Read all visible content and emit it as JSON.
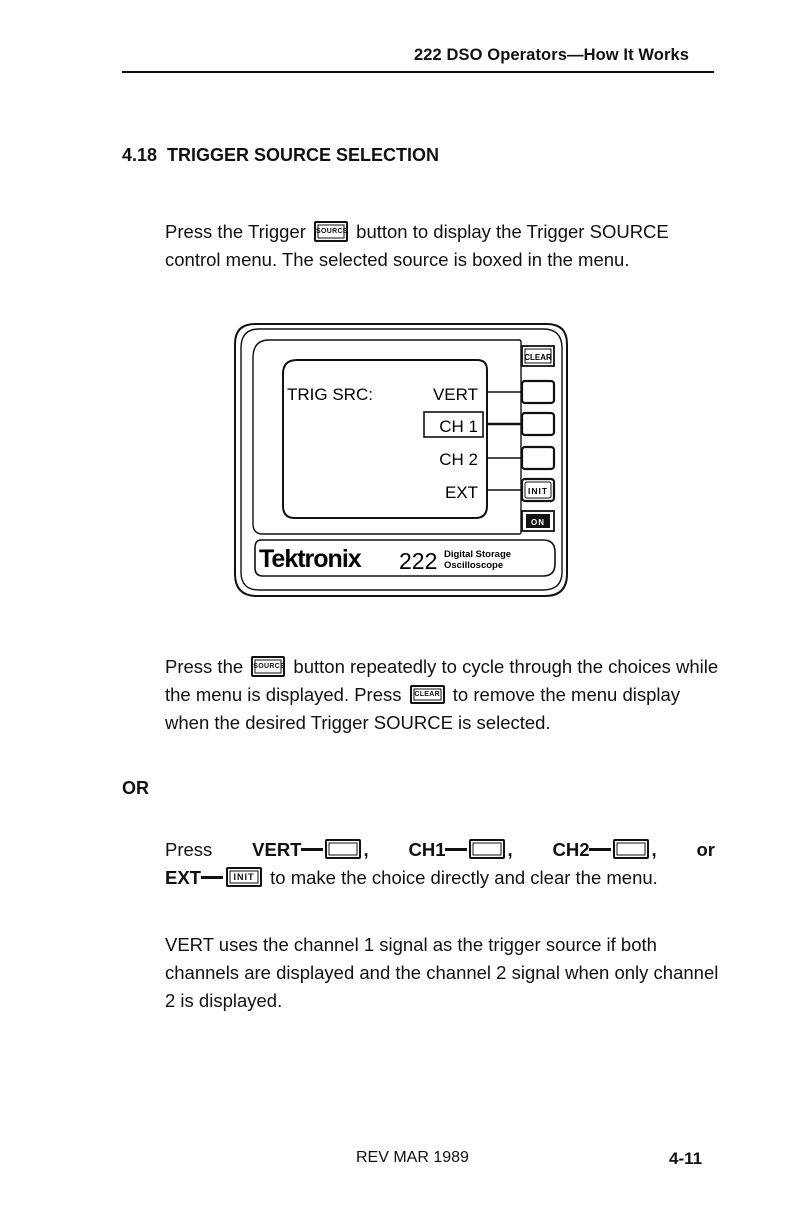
{
  "header": {
    "running_title": "222 DSO Operators—How It Works"
  },
  "section": {
    "title": "4.18  TRIGGER SOURCE SELECTION"
  },
  "intro": {
    "t1": "Press the Trigger ",
    "t2": " button to display the Trigger SOURCE control menu. The selected source is boxed in the menu."
  },
  "figure": {
    "menu_title": "TRIG SRC:",
    "options": [
      "VERT",
      "CH 1",
      "CH 2",
      "EXT"
    ],
    "selected": "CH 1",
    "buttons": {
      "clear": "CLEAR",
      "init": "INIT",
      "on": "ON"
    },
    "brand": "Tektronix",
    "model": "222",
    "desc_line1": "Digital Storage",
    "desc_line2": "Oscilloscope"
  },
  "keys": {
    "source": "SOURCE",
    "clear": "CLEAR",
    "init": "INIT"
  },
  "cycle": {
    "t1": "Press the ",
    "t2": " button repeatedly to cycle through the choices while the menu is displayed. Press ",
    "t3": " to remove the menu display when the desired Trigger SOURCE is selected."
  },
  "or_label": "OR",
  "direct": {
    "press": "Press",
    "vert": "VERT",
    "ch1": "CH1",
    "ch2": "CH2",
    "comma": ",",
    "or": "or",
    "ext": "EXT",
    "rest": " to make the choice directly and clear the menu."
  },
  "vert_note": "VERT uses the channel 1 signal as the trigger source if both channels are displayed and the channel 2 signal when only channel 2 is displayed.",
  "footer": {
    "rev": "REV MAR 1989",
    "page": "4-11"
  }
}
